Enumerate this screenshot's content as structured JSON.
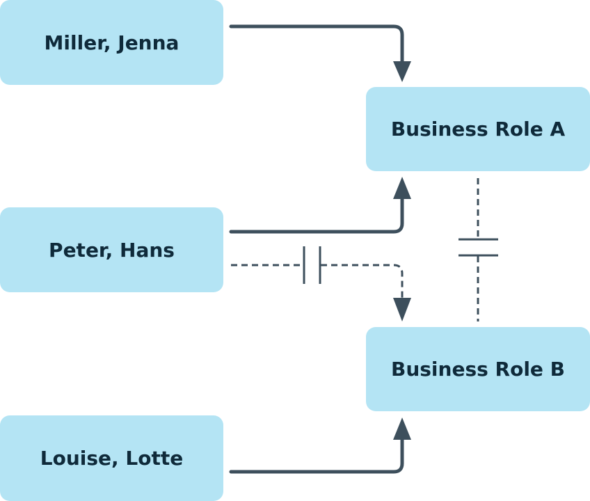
{
  "nodes": {
    "miller": {
      "label": "Miller, Jenna"
    },
    "peter": {
      "label": "Peter, Hans"
    },
    "louise": {
      "label": "Louise, Lotte"
    },
    "role_a": {
      "label": "Business Role A"
    },
    "role_b": {
      "label": "Business Role B"
    }
  },
  "colors": {
    "box_fill": "#b4e4f4",
    "text": "#0f2a3a",
    "line": "#3d4f5c"
  }
}
